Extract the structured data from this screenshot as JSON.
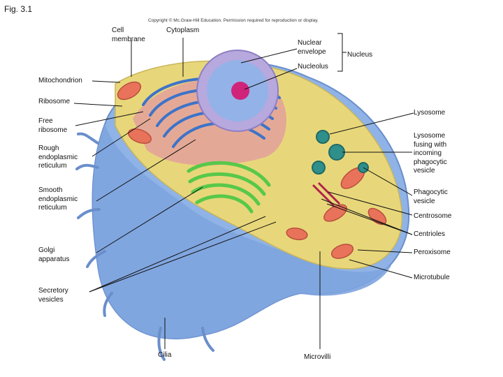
{
  "figure_label": "Fig. 3.1",
  "copyright": "Copyright © Mc.Graw-Hill Education. Permission required for reproduction or display.",
  "labels": {
    "cell_membrane": "Cell\nmembrane",
    "cytoplasm": "Cytoplasm",
    "nuclear_envelope": "Nuclear\nenvelope",
    "nucleus": "Nucleus",
    "nucleolus": "Nucleolus",
    "mitochondrion": "Mitochondrion",
    "ribosome": "Ribosome",
    "free_ribosome": "Free\nribosome",
    "rough_er": "Rough\nendoplasmic\nreticulum",
    "smooth_er": "Smooth\nendoplasmic\nreticulum",
    "golgi": "Golgi\napparatus",
    "secretory_vesicles": "Secretory\nvesicles",
    "cilia": "Cilia",
    "microvilli": "Microvilli",
    "lysosome": "Lysosome",
    "lysosome_fusing": "Lysosome\nfusing with\nincoming\nphagocytic\nvesicle",
    "phagocytic_vesicle": "Phagocytic\nvesicle",
    "centrosome": "Centrosome",
    "centrioles": "Centrioles",
    "peroxisome": "Peroxisome",
    "microtubule": "Microtubule"
  },
  "colors": {
    "membrane": "#8fb3e6",
    "cytoplasm": "#e8d77a",
    "nucleus": "#b7a8dd",
    "nucleolus": "#d0237a",
    "mitochondrion": "#e8735a",
    "rough_er": "#3d73c9",
    "golgi": "#58c84a",
    "lysosome": "#2f8f8a"
  }
}
